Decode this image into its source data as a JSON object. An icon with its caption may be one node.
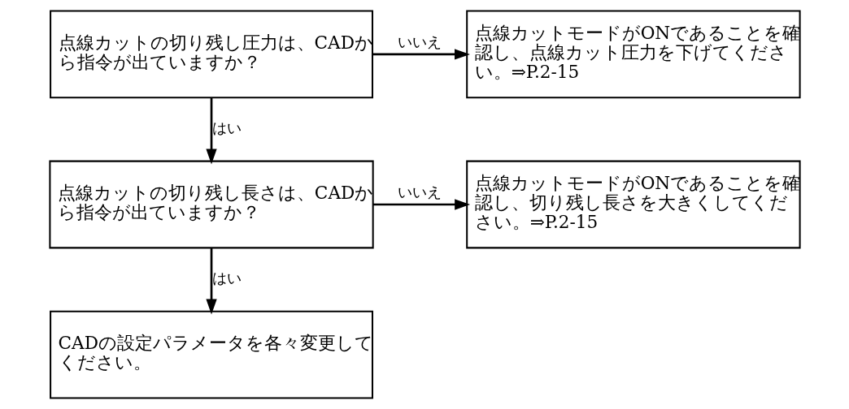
{
  "diagram": {
    "nodes": [
      {
        "text": [
          "点線カットの切り残し圧力は、CADから指令が出ていますか？"
        ]
      },
      {
        "text": [
          "点線カットモードがONであることを確認し、点線カット圧力を下げてください。⇒P.2-15"
        ]
      },
      {
        "text": [
          "点線カットの切り残し長さは、CADから指令が出ていますか？"
        ]
      },
      {
        "text": [
          "点線カットモードがONであることを確認し、切り残し長さを大きくしてください。⇒P.2-15"
        ]
      },
      {
        "text": [
          "CADの設定パラメータを各々変更してください。"
        ]
      }
    ],
    "edges": [
      {
        "from": 0,
        "to": 1,
        "arrow": "to",
        "label": "いいえ"
      },
      {
        "from": 0,
        "to": 2,
        "arrow": "to",
        "label": "はい"
      },
      {
        "from": 2,
        "to": 3,
        "arrow": "to",
        "label": "いいえ"
      },
      {
        "from": 2,
        "to": 4,
        "arrow": "to",
        "label": "はい"
      }
    ]
  }
}
